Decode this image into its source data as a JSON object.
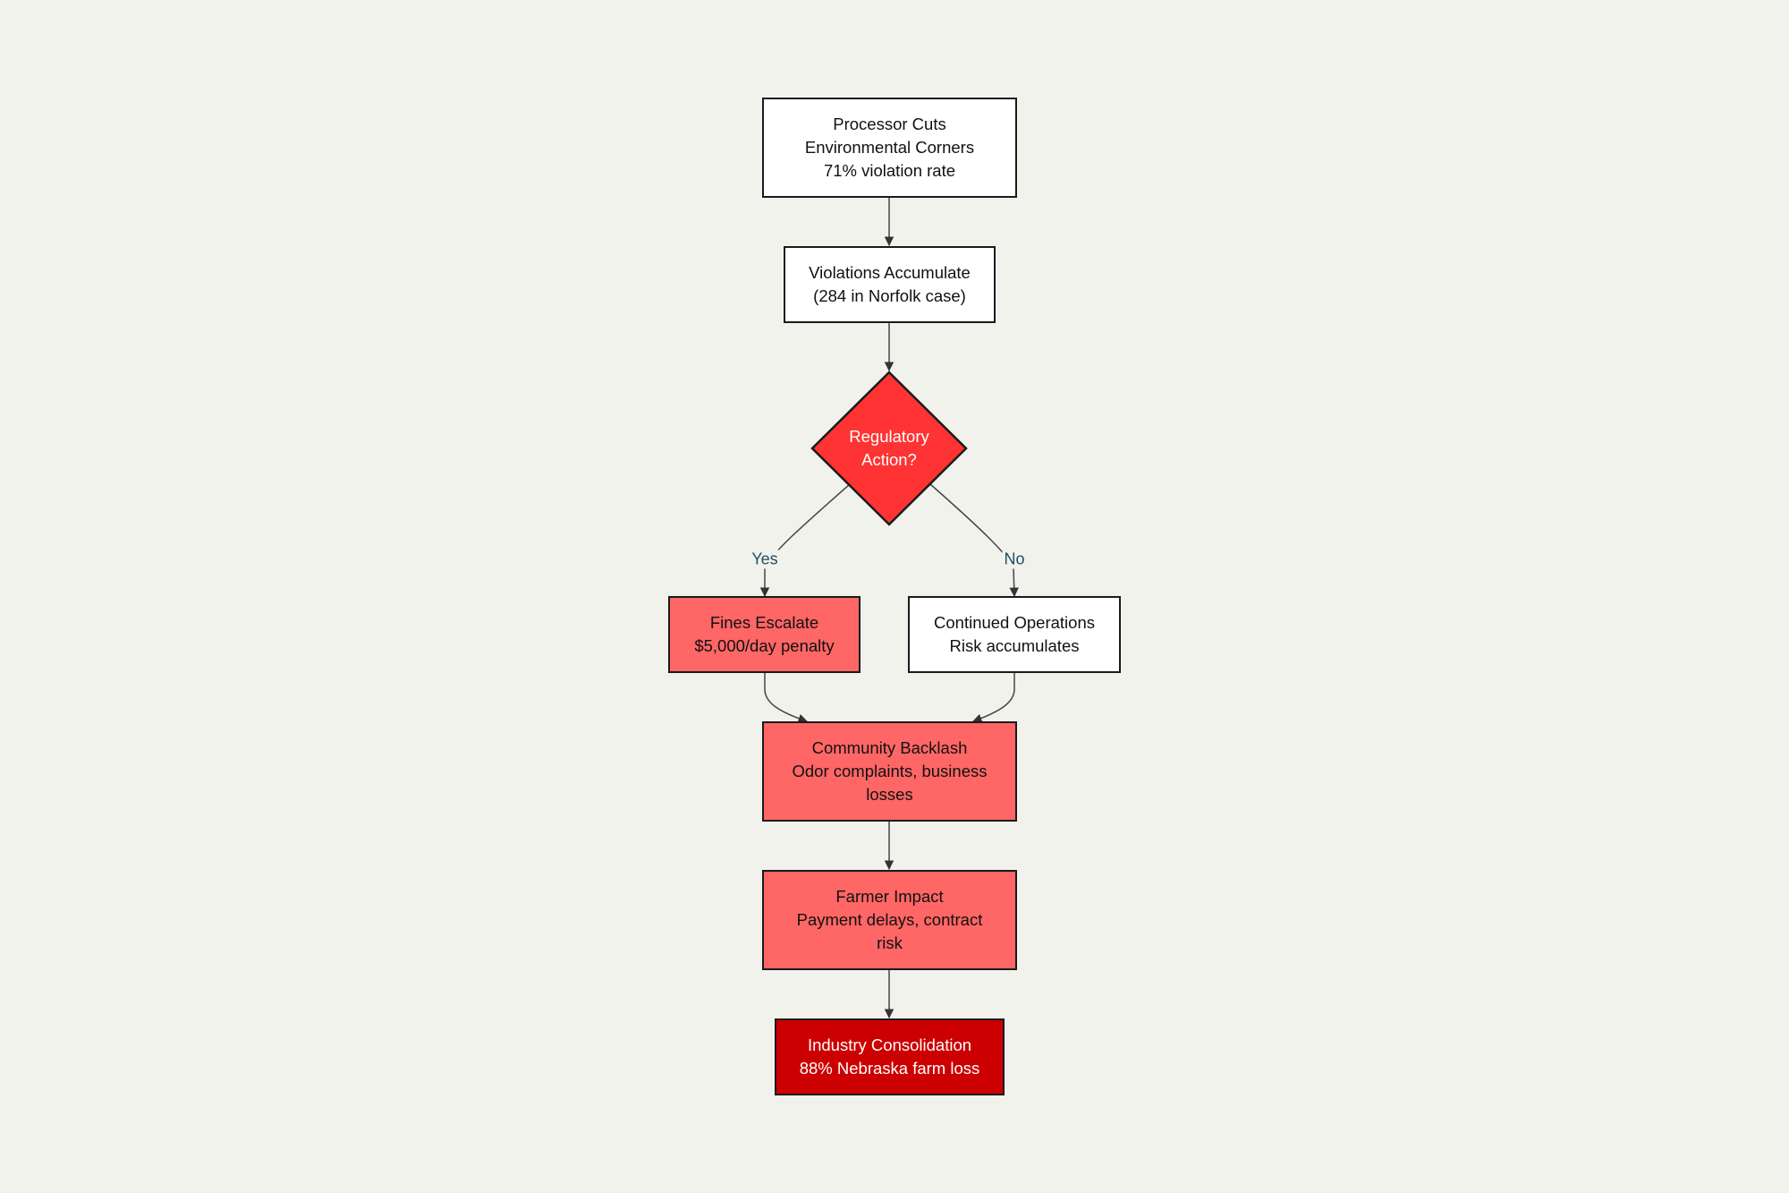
{
  "diagram": {
    "nodes": {
      "processor": {
        "lines": [
          "Processor Cuts",
          "Environmental Corners",
          "71% violation rate"
        ],
        "fill": "#ffffff"
      },
      "violations": {
        "lines": [
          "Violations Accumulate",
          "(284 in Norfolk case)"
        ],
        "fill": "#ffffff"
      },
      "regulatory": {
        "lines": [
          "Regulatory",
          "Action?"
        ],
        "fill": "#ff3333",
        "shape": "diamond"
      },
      "fines": {
        "lines": [
          "Fines Escalate",
          "$5,000/day penalty"
        ],
        "fill": "#ff6666"
      },
      "continued": {
        "lines": [
          "Continued Operations",
          "Risk accumulates"
        ],
        "fill": "#ffffff"
      },
      "backlash": {
        "lines": [
          "Community Backlash",
          "Odor complaints, business",
          "losses"
        ],
        "fill": "#ff6666"
      },
      "farmer": {
        "lines": [
          "Farmer Impact",
          "Payment delays, contract",
          "risk"
        ],
        "fill": "#ff6666"
      },
      "consolidation": {
        "lines": [
          "Industry Consolidation",
          "88% Nebraska farm loss"
        ],
        "fill": "#cc0000"
      }
    },
    "edges": [
      {
        "from": "processor",
        "to": "violations",
        "label": ""
      },
      {
        "from": "violations",
        "to": "regulatory",
        "label": ""
      },
      {
        "from": "regulatory",
        "to": "fines",
        "label": "Yes"
      },
      {
        "from": "regulatory",
        "to": "continued",
        "label": "No"
      },
      {
        "from": "fines",
        "to": "backlash",
        "label": ""
      },
      {
        "from": "continued",
        "to": "backlash",
        "label": ""
      },
      {
        "from": "backlash",
        "to": "farmer",
        "label": ""
      },
      {
        "from": "farmer",
        "to": "consolidation",
        "label": ""
      }
    ],
    "colors": {
      "background": "#f2f2ed",
      "border": "#1a1a1a",
      "edge": "#444444",
      "edge_label": "#1f4e63"
    }
  }
}
